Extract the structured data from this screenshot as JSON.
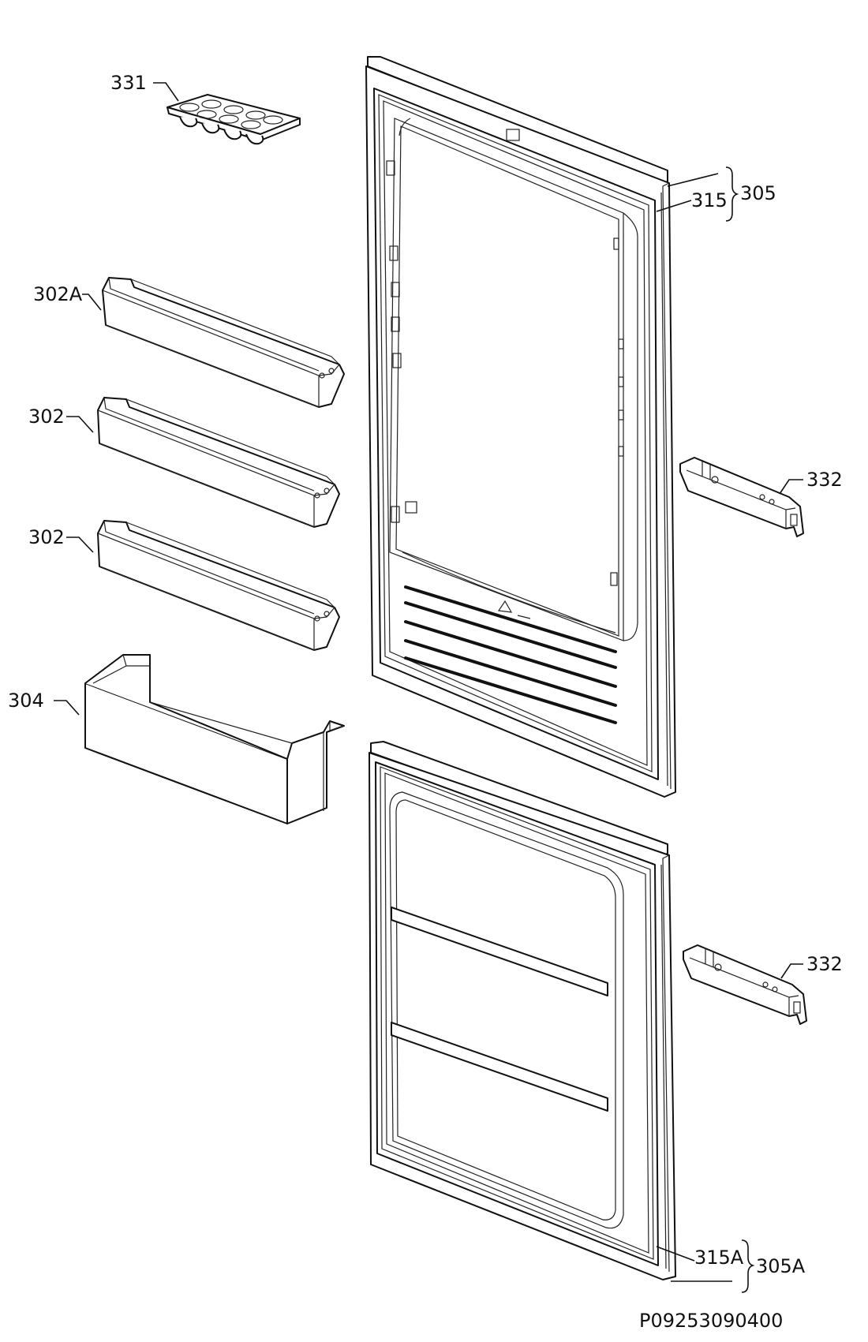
{
  "labels": {
    "egg_tray": "331",
    "shelf_top": "302A",
    "shelf_mid": "302",
    "shelf_low": "302",
    "bottle_shelf": "304",
    "gasket_upper": "315",
    "door_upper": "305",
    "hinge_upper": "332",
    "hinge_lower": "332",
    "gasket_lower": "315A",
    "door_lower": "305A"
  },
  "drawing_code": "P09253090400"
}
